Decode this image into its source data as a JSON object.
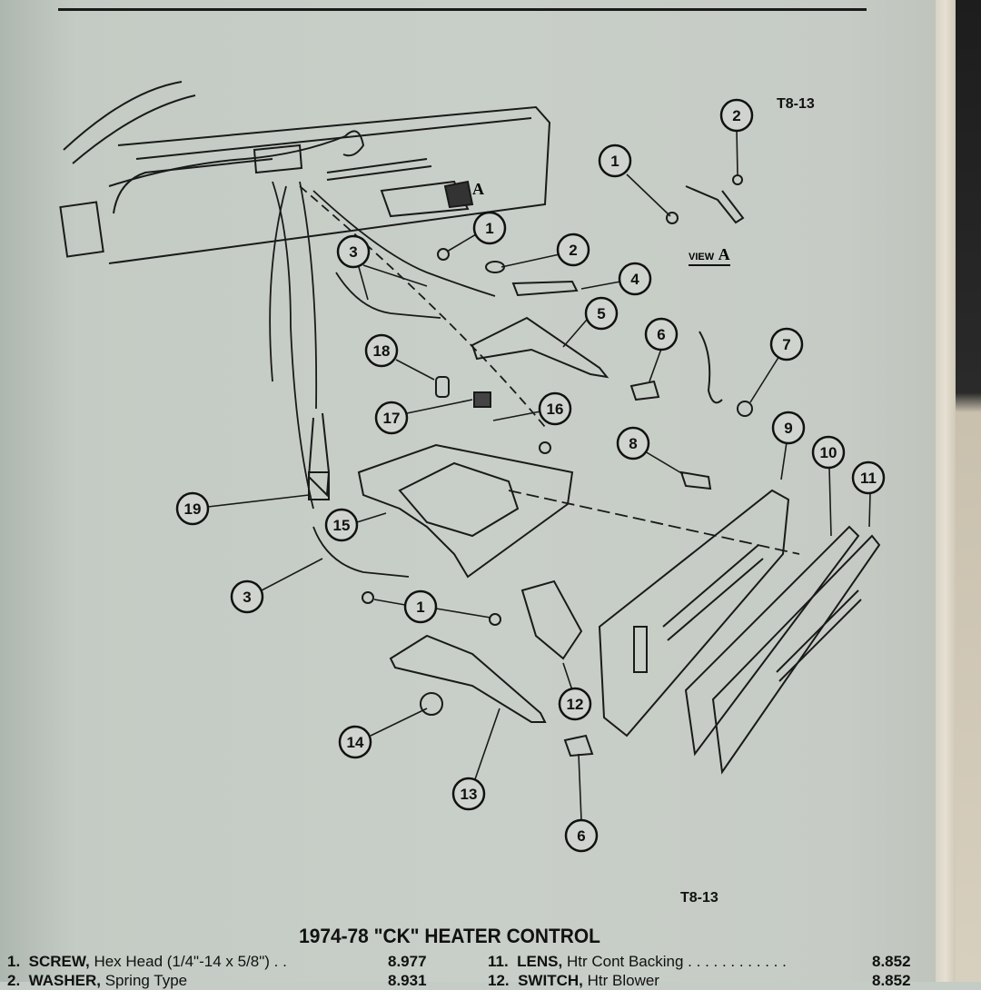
{
  "figure": {
    "ref_top": "T8-13",
    "ref_bottom": "T8-13",
    "view_label": "VIEW",
    "view_letter": "A",
    "arrow_letter": "A",
    "callouts": [
      "2",
      "1",
      "1",
      "2",
      "3",
      "4",
      "5",
      "6",
      "7",
      "18",
      "17",
      "16",
      "8",
      "9",
      "10",
      "11",
      "19",
      "15",
      "3",
      "1",
      "12",
      "14",
      "13",
      "6"
    ]
  },
  "section_title": "1974-78 \"CK\" HEATER CONTROL",
  "parts": [
    {
      "no": "1.",
      "name": "SCREW,",
      "desc": "Hex Head (1/4\"-14 x 5/8\") . .",
      "part": "8.977"
    },
    {
      "no": "2.",
      "name": "WASHER,",
      "desc": "Spring Type",
      "part": "8.931"
    },
    {
      "no": "11.",
      "name": "LENS,",
      "desc": "Htr Cont Backing . . . . . . . . . . . .",
      "part": "8.852"
    },
    {
      "no": "12.",
      "name": "SWITCH,",
      "desc": "Htr Blower",
      "part": "8.852"
    }
  ]
}
